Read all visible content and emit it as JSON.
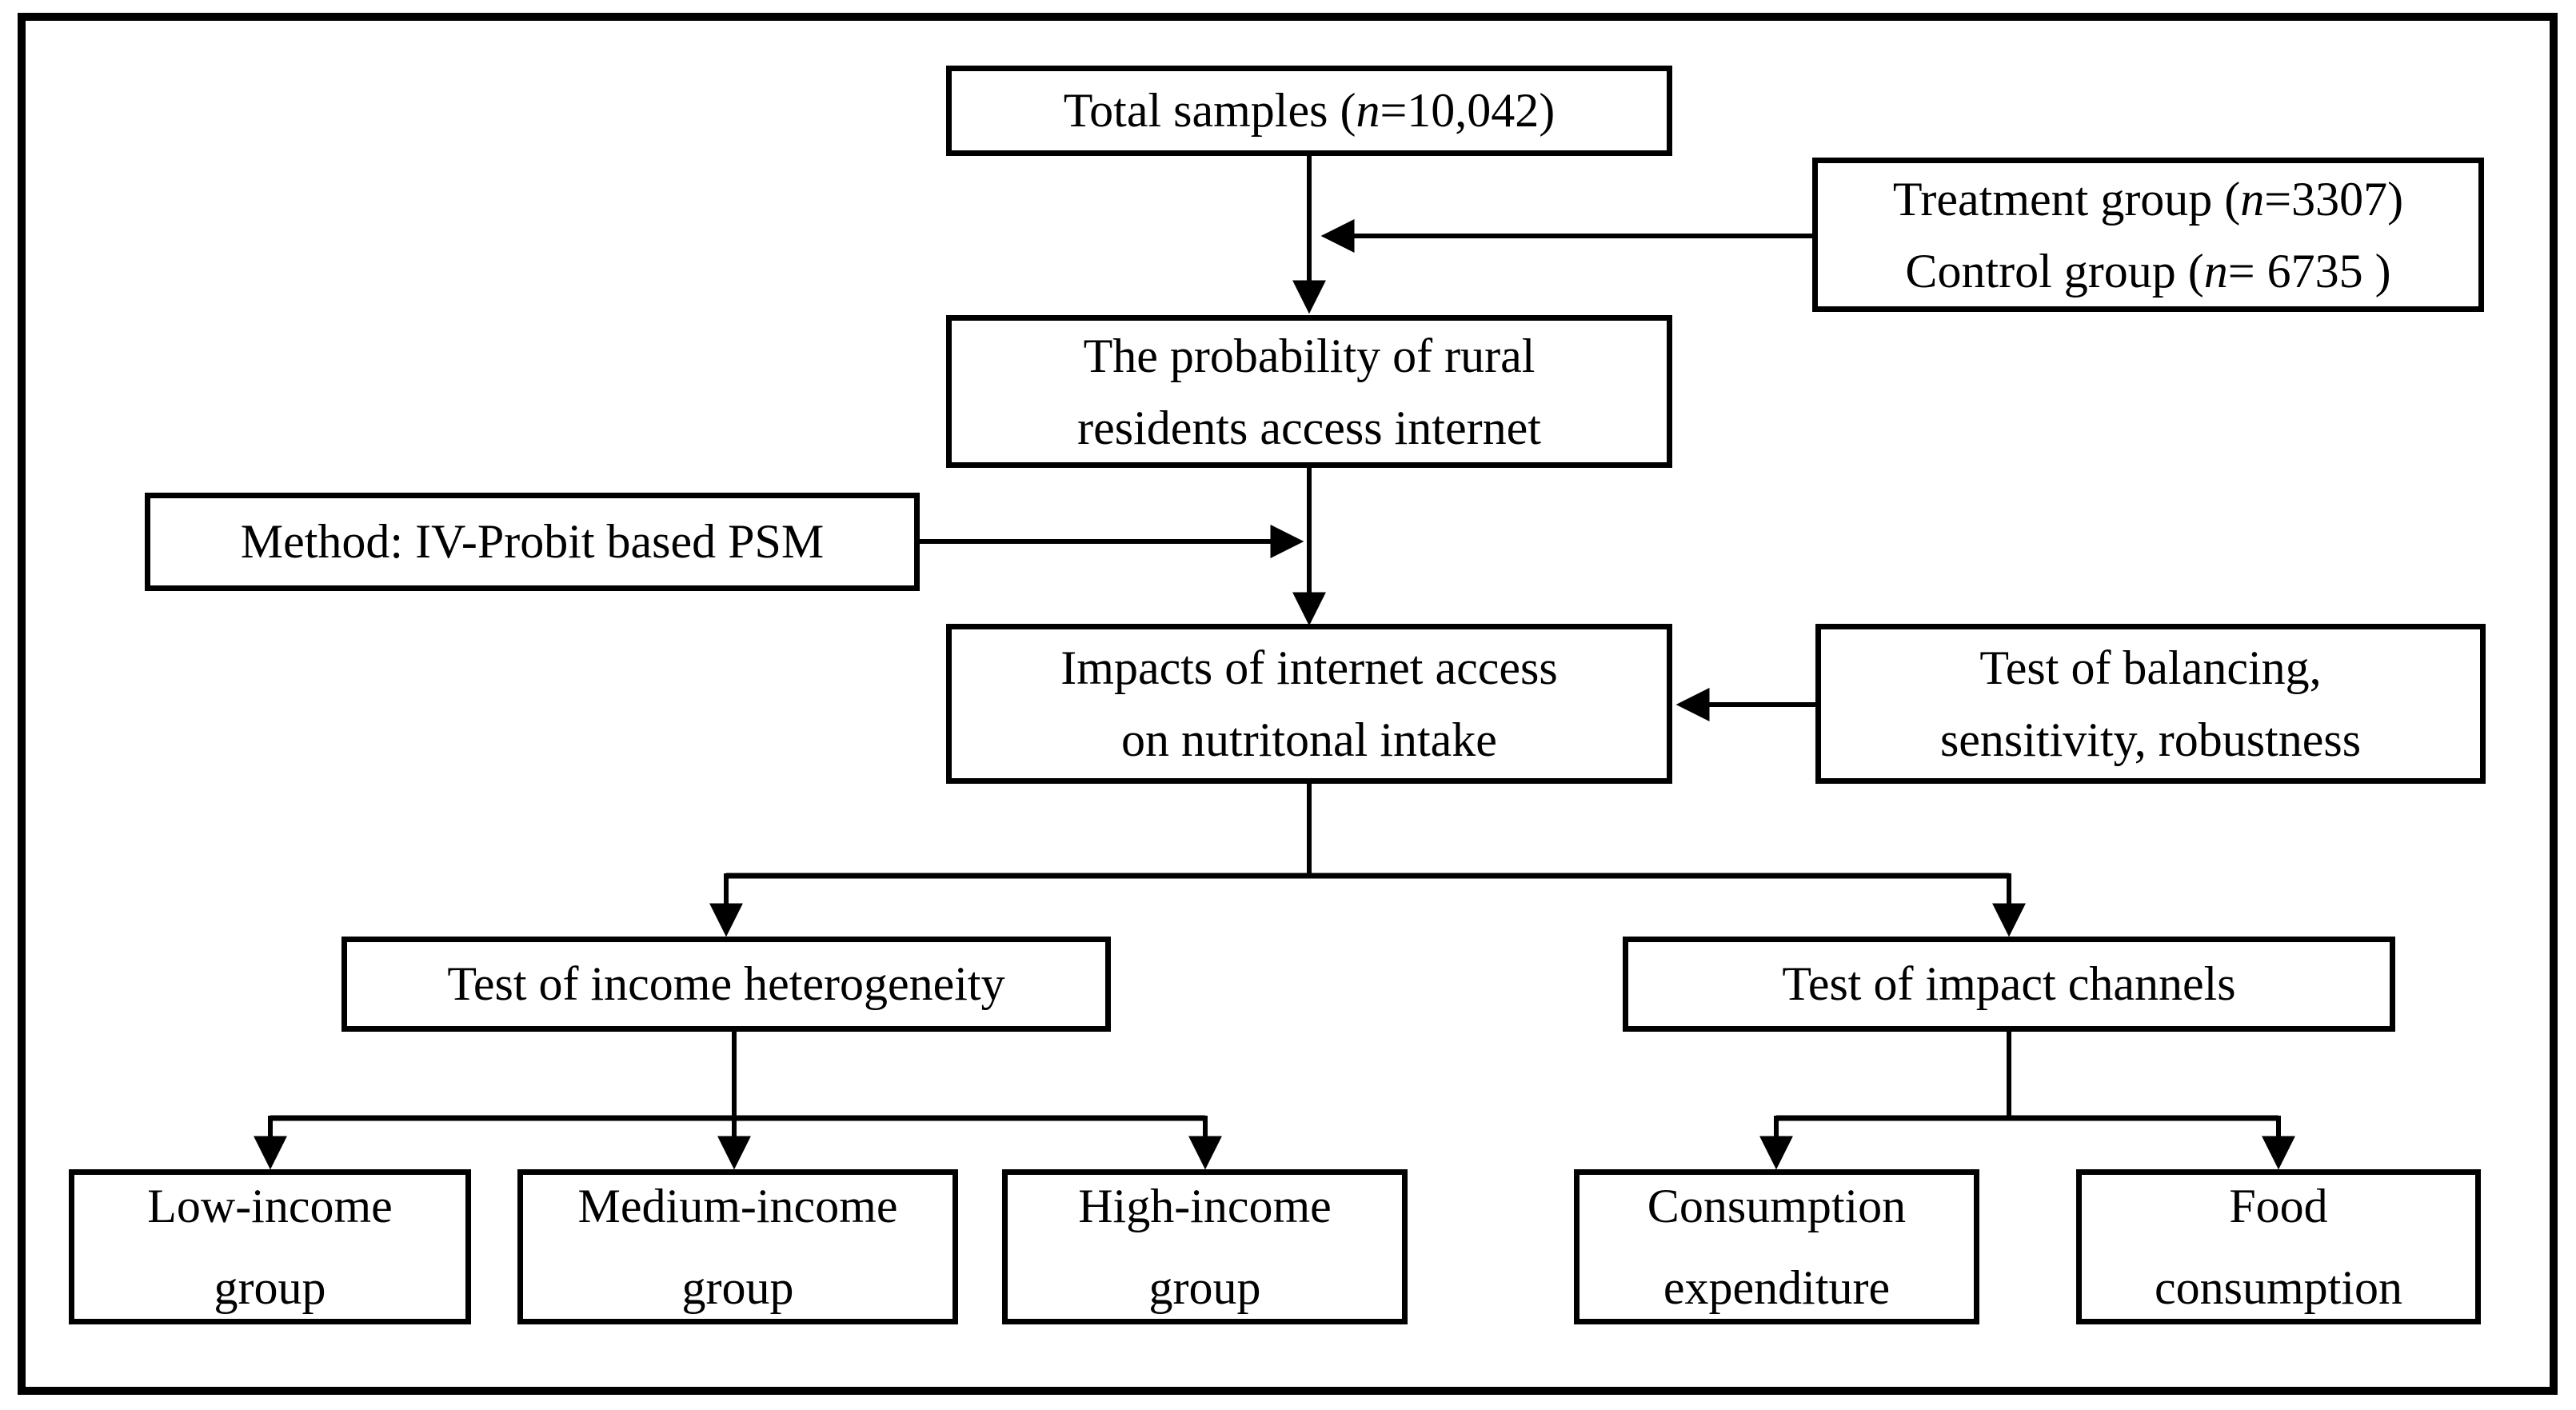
{
  "figure": {
    "background_color": "#ffffff",
    "line_color": "#000000",
    "nodes": {
      "total_samples": {
        "pre": "Total samples (",
        "n": "n",
        "post": "=10,042)"
      },
      "treatment_control": {
        "line1": {
          "pre": "Treatment group (",
          "n": "n",
          "post": "=3307)"
        },
        "line2": {
          "pre": "Control group (",
          "n": "n",
          "post": "= 6735 )"
        }
      },
      "probability": {
        "line1": "The probability of rural",
        "line2": "residents access internet"
      },
      "method": {
        "text": "Method: IV-Probit based PSM"
      },
      "impacts": {
        "line1": "Impacts of internet access",
        "line2": "on nutritonal intake"
      },
      "balancing": {
        "line1": "Test of balancing,",
        "line2": "sensitivity, robustness"
      },
      "income_heterogeneity": {
        "text": "Test of income heterogeneity"
      },
      "impact_channels": {
        "text": "Test of impact channels"
      },
      "low_income": {
        "line1": "Low-income",
        "line2": "group"
      },
      "medium_income": {
        "line1": "Medium-income",
        "line2": "group"
      },
      "high_income": {
        "line1": "High-income",
        "line2": "group"
      },
      "consumption_expenditure": {
        "line1": "Consumption",
        "line2": "expenditure"
      },
      "food_consumption": {
        "line1": "Food",
        "line2": "consumption"
      }
    }
  }
}
